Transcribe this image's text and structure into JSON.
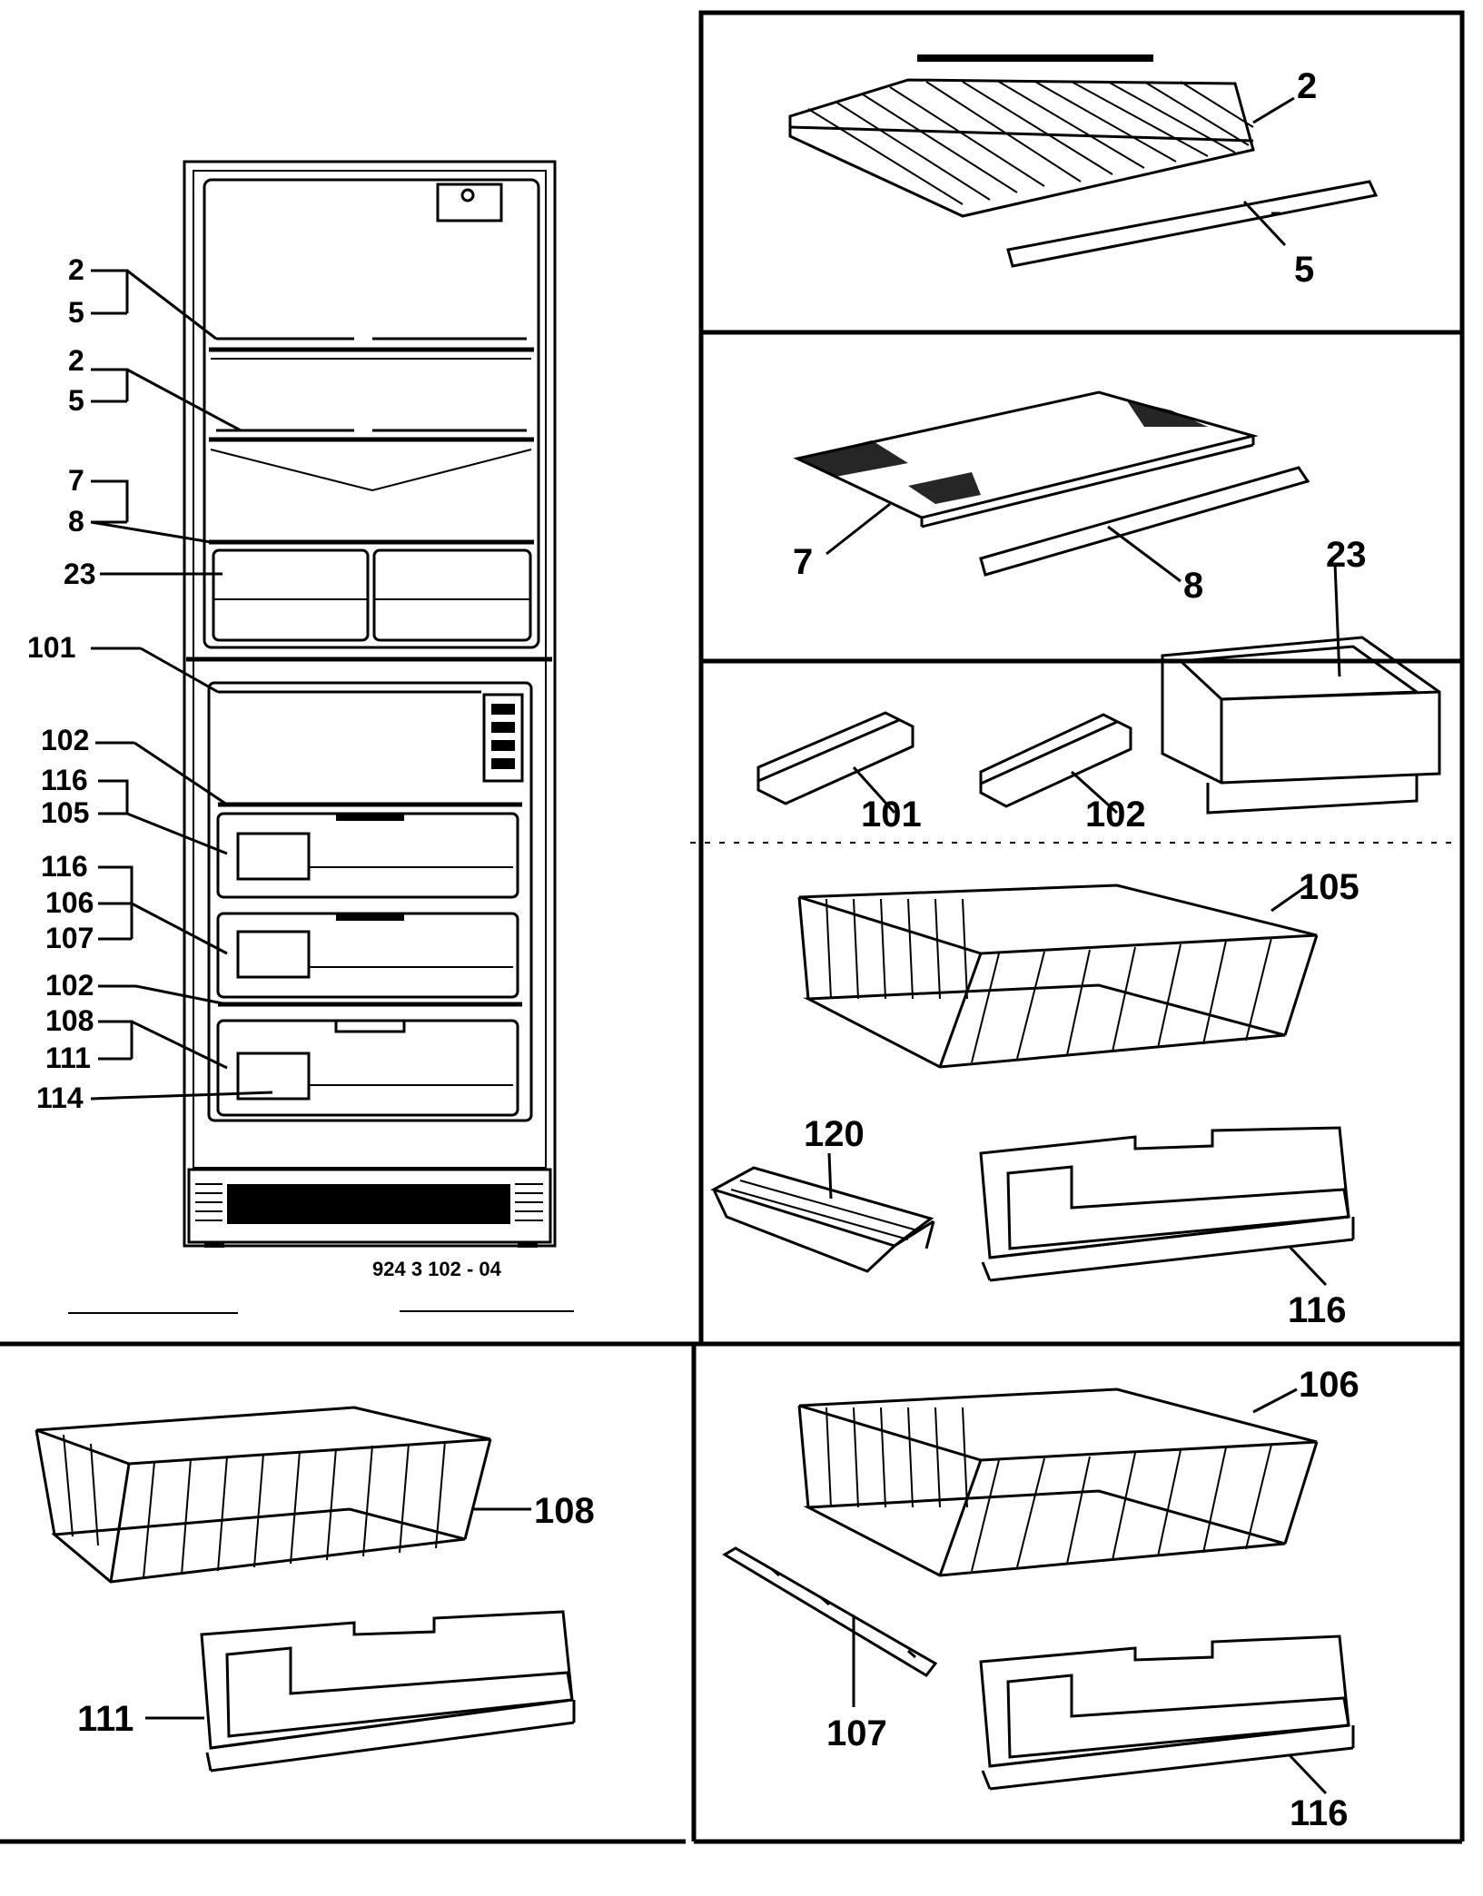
{
  "labels": {
    "fridge": {
      "l2a": "2",
      "l5a": "5",
      "l2b": "2",
      "l5b": "5",
      "l7": "7",
      "l8": "8",
      "l23": "23",
      "l101": "101",
      "l102a": "102",
      "l116a": "116",
      "l105": "105",
      "l116b": "116",
      "l106": "106",
      "l107": "107",
      "l102b": "102",
      "l108": "108",
      "l111": "111",
      "l114": "114"
    },
    "model_number": "924 3 102 - 04",
    "panel_shelf": {
      "p2": "2",
      "p5": "5"
    },
    "panel_glass": {
      "p7": "7",
      "p8": "8",
      "p23": "23"
    },
    "panel_rails": {
      "p101": "101",
      "p102": "102"
    },
    "panel_basket": {
      "p105": "105",
      "p120": "120",
      "p116": "116"
    },
    "panel_bottom_left": {
      "p108": "108",
      "p111": "111"
    },
    "panel_bottom_right": {
      "p106": "106",
      "p107": "107",
      "p116": "116"
    }
  }
}
